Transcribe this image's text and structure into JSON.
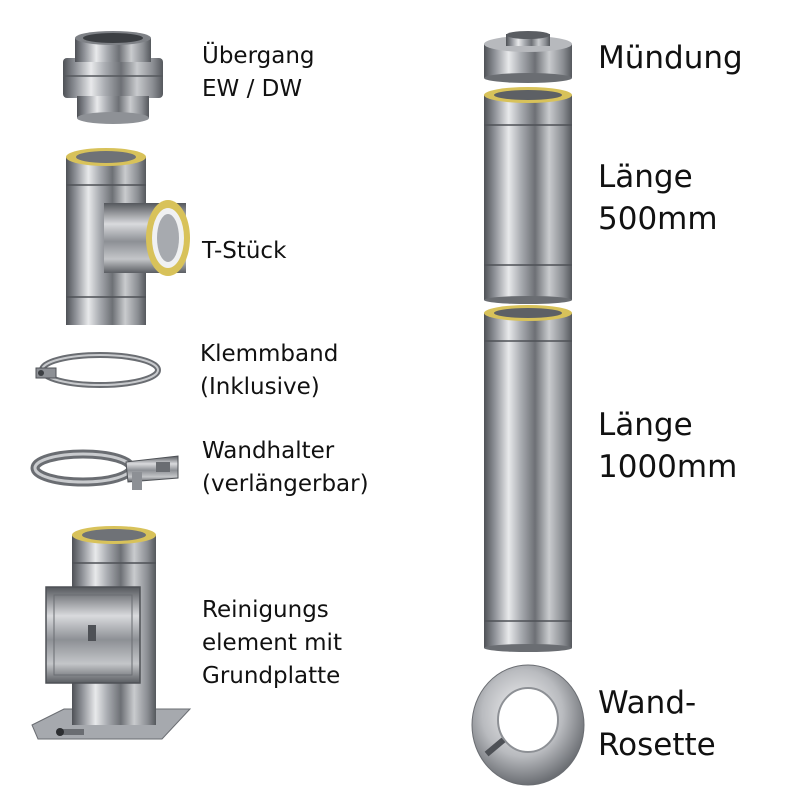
{
  "parts": {
    "uebergang": {
      "lines": [
        "Übergang",
        "EW / DW"
      ]
    },
    "t_stueck": {
      "lines": [
        "T-Stück"
      ]
    },
    "klemmband": {
      "lines": [
        "Klemmband",
        "(Inklusive)"
      ]
    },
    "wandhalter": {
      "lines": [
        "Wandhalter",
        "(verlängerbar)"
      ]
    },
    "reinigung": {
      "lines": [
        "Reinigungs",
        "element mit",
        "Grundplatte"
      ]
    },
    "muendung": {
      "lines": [
        "Mündung"
      ]
    },
    "laenge500": {
      "lines": [
        "Länge",
        "500mm"
      ]
    },
    "laenge1000": {
      "lines": [
        "Länge",
        "1000mm"
      ]
    },
    "rosette": {
      "lines": [
        "Wand-",
        "Rosette"
      ]
    }
  },
  "colors": {
    "steel_dark": "#5a5d62",
    "steel_light": "#f2f3f5",
    "insulation_gold": "#d8c25a",
    "background": "#ffffff"
  }
}
